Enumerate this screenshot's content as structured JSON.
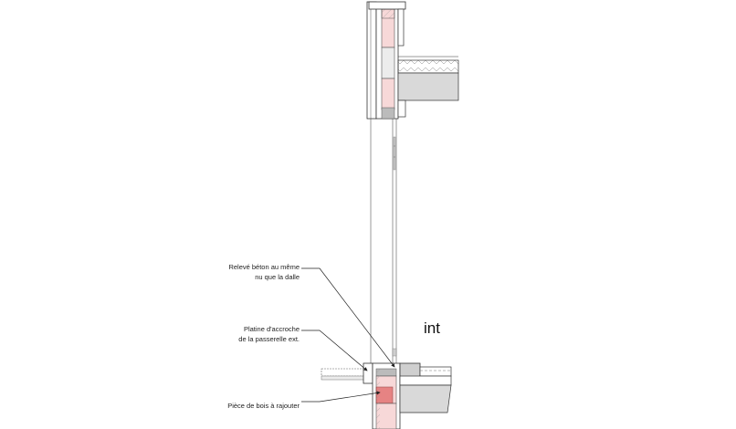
{
  "annotations": {
    "releve_line1": "Relevé béton au même",
    "releve_line2": "nu que la dalle",
    "platine_line1": "Platine d'accroche",
    "platine_line2": "de la passerelle ext.",
    "piece_bois": "Pièce de bois à rajouter"
  },
  "labels": {
    "interior": "int"
  },
  "colors": {
    "line": "#333333",
    "hatch": "#9a9a9a",
    "concrete": "#d9d9d9",
    "insulation_pink": "#f7d8d8",
    "glass": "#cfcfcf"
  }
}
